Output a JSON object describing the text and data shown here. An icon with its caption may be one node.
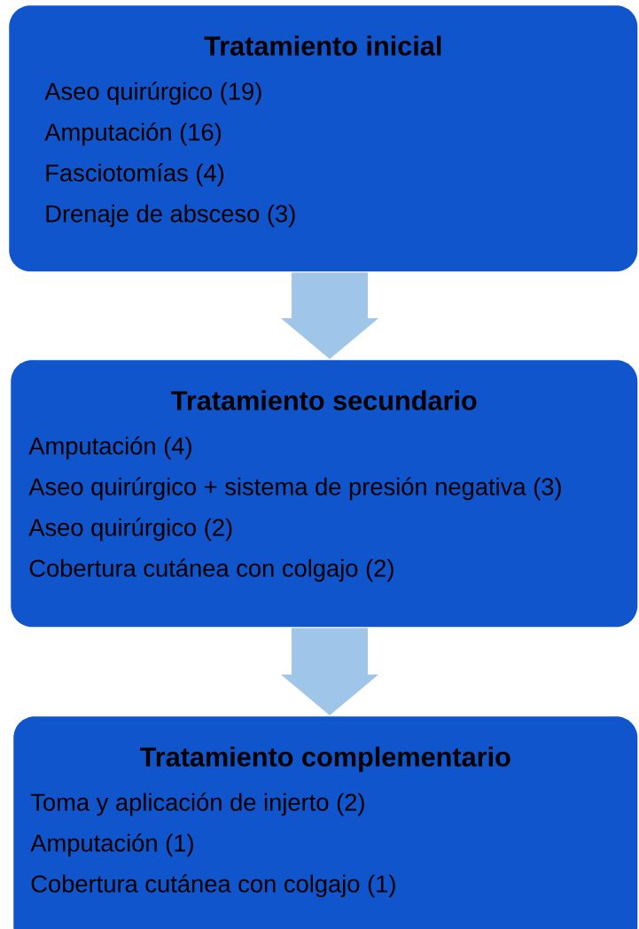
{
  "diagram": {
    "nodes": [
      {
        "text": [
          "Tratamiento inicial",
          "Aseo quirúrgico (19)",
          "Amputación (16)",
          "Fasciotomías (4)",
          "Drenaje de absceso (3)"
        ]
      },
      {
        "text": [
          "Tratamiento secundario",
          "Amputación (4)",
          "Aseo quirúrgico + sistema de presión negativa (3)",
          "Aseo quirúrgico (2)",
          "Cobertura cutánea con colgajo (2)"
        ]
      },
      {
        "text": [
          "Tratamiento complementario",
          "Toma y aplicación de injerto (2)",
          "Amputación (1)",
          "Cobertura cutánea con colgajo (1)"
        ]
      }
    ],
    "edges": [
      {
        "from": 0,
        "to": 1,
        "arrow": "to"
      },
      {
        "from": 1,
        "to": 2,
        "arrow": "to"
      }
    ]
  }
}
